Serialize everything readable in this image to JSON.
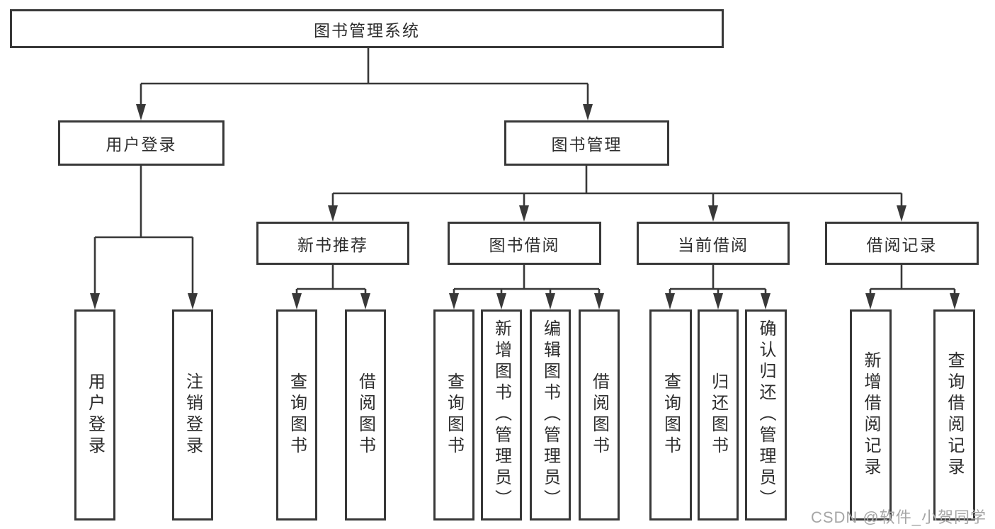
{
  "tree": {
    "label": "图书管理系统",
    "children": [
      {
        "label": "用户登录",
        "children": [
          {
            "label": "用户登录"
          },
          {
            "label": "注销登录"
          }
        ]
      },
      {
        "label": "图书管理",
        "children": [
          {
            "label": "新书推荐",
            "children": [
              {
                "label": "查询图书"
              },
              {
                "label": "借阅图书"
              }
            ]
          },
          {
            "label": "图书借阅",
            "children": [
              {
                "label": "查询图书"
              },
              {
                "label": "新增图书（管理员）"
              },
              {
                "label": "编辑图书（管理员）"
              },
              {
                "label": "借阅图书"
              }
            ]
          },
          {
            "label": "当前借阅",
            "children": [
              {
                "label": "查询图书"
              },
              {
                "label": "归还图书"
              },
              {
                "label": "确认归还（管理员）"
              }
            ]
          },
          {
            "label": "借阅记录",
            "children": [
              {
                "label": "新增借阅记录"
              },
              {
                "label": "查询借阅记录"
              }
            ]
          }
        ]
      }
    ]
  },
  "watermark": "CSDN @软件_小贺同学",
  "colors": {
    "line": "#383838",
    "text": "#2d2d2d",
    "watermark": "#a6a6a6"
  }
}
